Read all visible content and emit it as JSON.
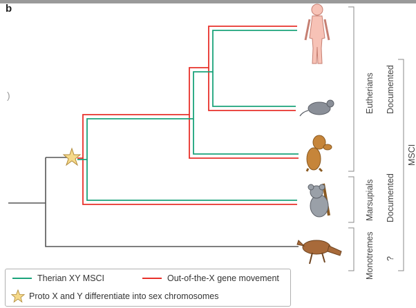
{
  "panel": {
    "letter": "b"
  },
  "taxa": {
    "human": "human-figure",
    "mouse": "mouse-figure",
    "dog": "dog-figure",
    "koala": "koala-figure",
    "platypus": "platypus-figure"
  },
  "groups": [
    {
      "name": "Eutherians",
      "status": "Documented"
    },
    {
      "name": "Marsupials",
      "status": "Documented"
    },
    {
      "name": "Monotremes",
      "status": "?"
    }
  ],
  "right_label": "MSCI",
  "legend": {
    "therian": "Therian XY MSCI",
    "out_of_x": "Out-of-the-X gene movement",
    "proto": "Proto X and Y differentiate into sex chromosomes"
  },
  "colors": {
    "green": "#1aa37a",
    "red": "#e8302a",
    "gray": "#555555",
    "star": "#f5d98a",
    "skin": "#f7c2b6",
    "dog": "#c6853a"
  }
}
